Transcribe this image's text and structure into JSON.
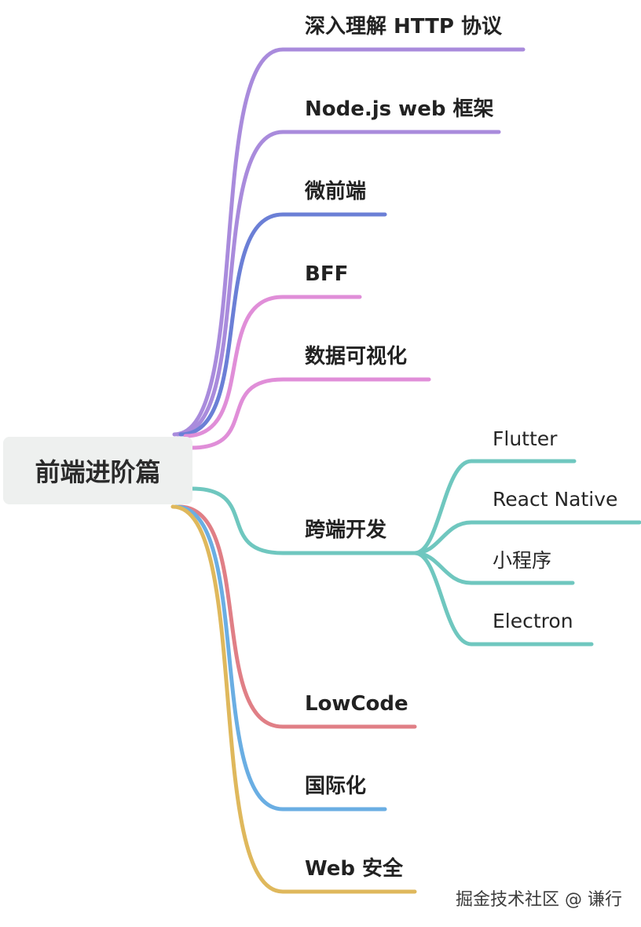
{
  "root": {
    "label": "前端进阶篇"
  },
  "branches": [
    {
      "label": "深入理解 HTTP 协议",
      "color": "#a98bdc"
    },
    {
      "label": "Node.js web 框架",
      "color": "#a98bdc"
    },
    {
      "label": "微前端",
      "color": "#6b7fd6"
    },
    {
      "label": "BFF",
      "color": "#e08ed8"
    },
    {
      "label": "数据可视化",
      "color": "#e08ed8"
    },
    {
      "label": "跨端开发",
      "color": "#6fc7bf",
      "children": [
        {
          "label": "Flutter"
        },
        {
          "label": "React Native"
        },
        {
          "label": "小程序"
        },
        {
          "label": "Electron"
        }
      ]
    },
    {
      "label": "LowCode",
      "color": "#e07f86"
    },
    {
      "label": "国际化",
      "color": "#6aaee3"
    },
    {
      "label": "Web 安全",
      "color": "#dfb85c"
    }
  ],
  "watermark": "掘金技术社区 @ 谦行"
}
